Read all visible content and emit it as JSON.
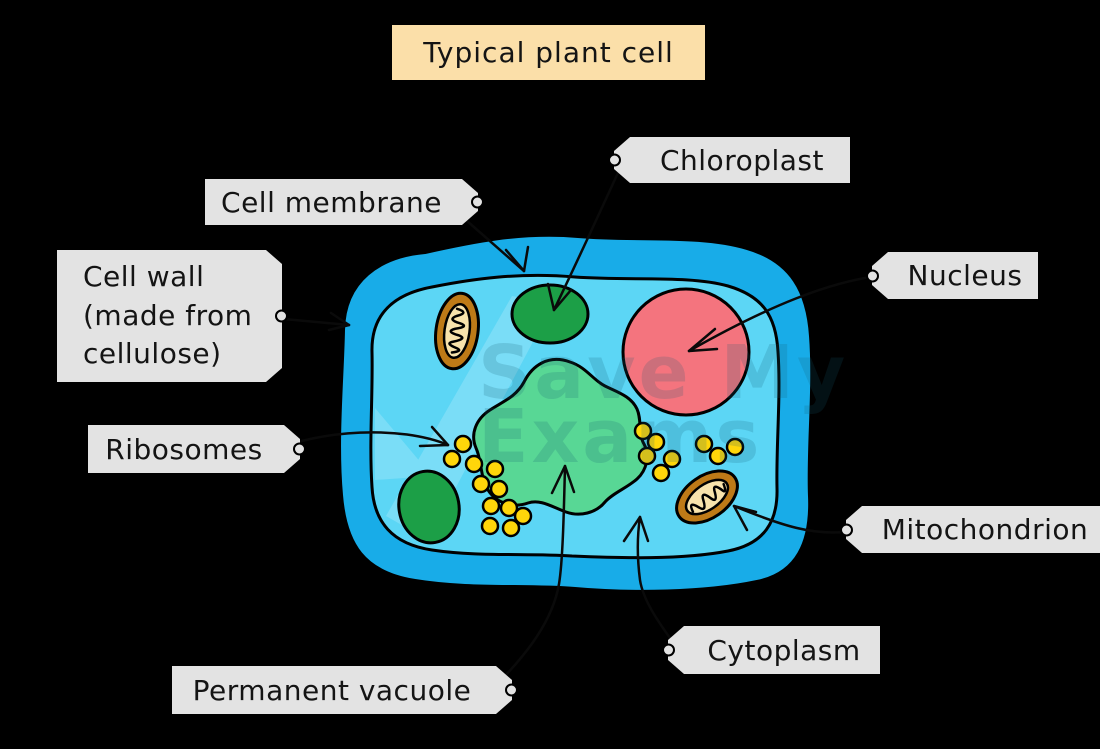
{
  "title": "Typical plant cell",
  "labels": {
    "chloroplast": {
      "text": "Chloroplast"
    },
    "cell_membrane": {
      "text": "Cell membrane"
    },
    "cell_wall": {
      "line1": "Cell wall",
      "line2": "(made from",
      "line3": "cellulose)"
    },
    "ribosomes": {
      "text": "Ribosomes"
    },
    "nucleus": {
      "text": "Nucleus"
    },
    "mitochondrion": {
      "text": "Mitochondrion"
    },
    "cytoplasm": {
      "text": "Cytoplasm"
    },
    "permanent_vacuole": {
      "text": "Permanent vacuole"
    }
  },
  "watermark": {
    "line1": "Save My",
    "line2": "Exams"
  },
  "colors": {
    "background": "#000000",
    "cell_wall": "#18ACE8",
    "cytoplasm": "#5CD6F5",
    "chloroplast": "#1C9F47",
    "vacuole": "#58D795",
    "nucleus": "#F4747E",
    "mitochondrion": "#BE7A17",
    "mitochondrion_inner": "#F8E3AC",
    "ribosome": "#FFD60A",
    "label_bg": "#E3E3E3",
    "title_bg": "#FBDFA9",
    "outline": "#000000"
  }
}
